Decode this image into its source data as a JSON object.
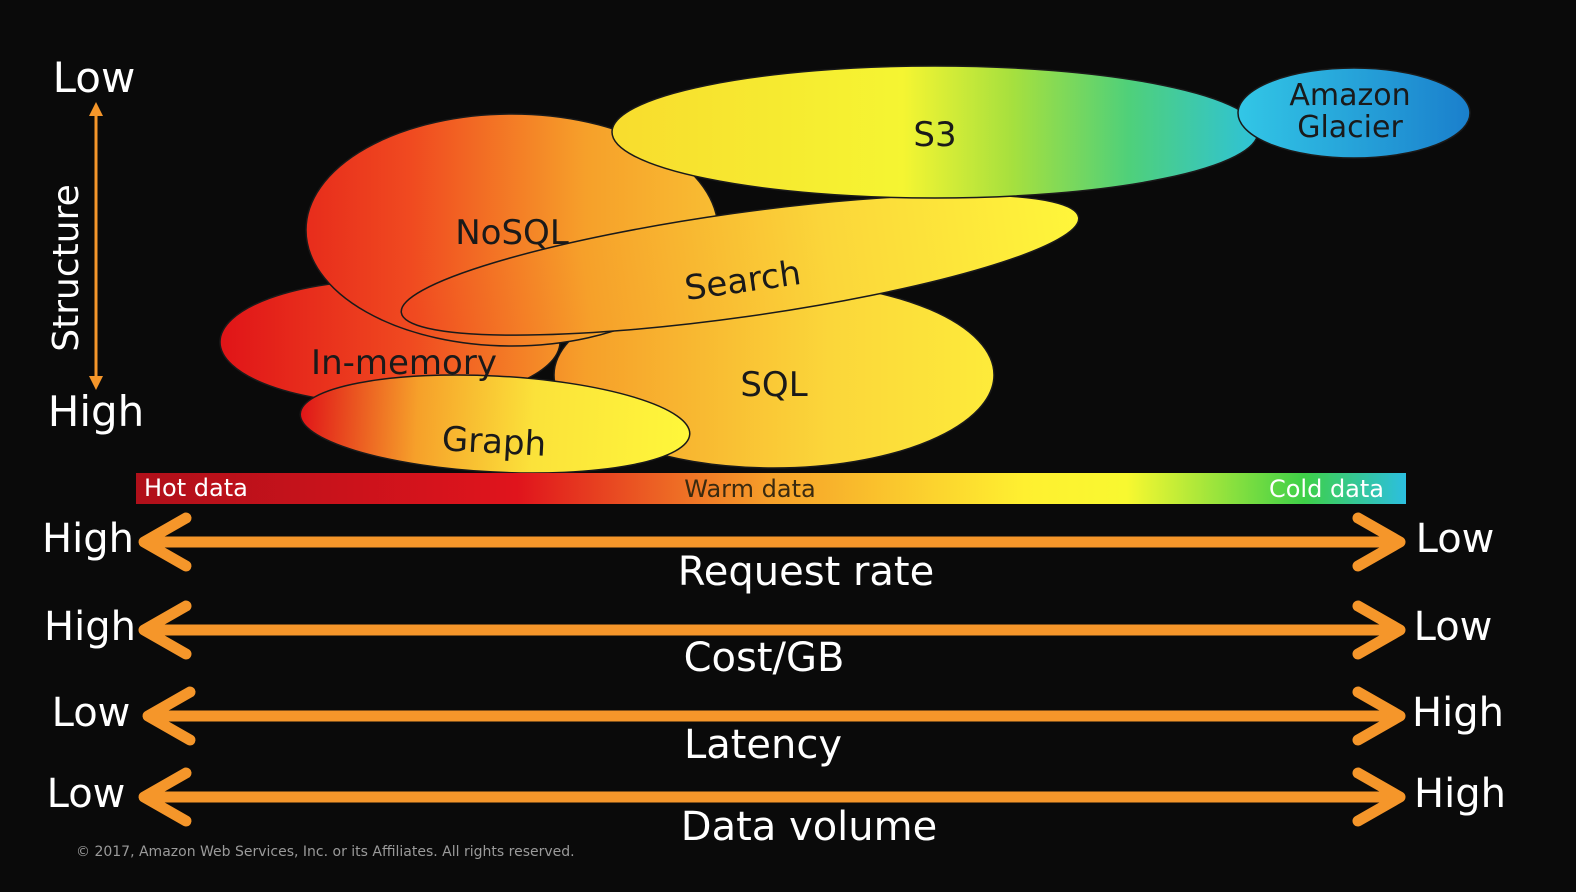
{
  "structure_axis": {
    "label": "Structure",
    "top_label": "Low",
    "bottom_label": "High"
  },
  "bubbles": {
    "nosql": "NoSQL",
    "s3": "S3",
    "glacier_line1": "Amazon",
    "glacier_line2": "Glacier",
    "search": "Search",
    "in_memory": "In-memory",
    "sql": "SQL",
    "graph": "Graph"
  },
  "temperature_bar": {
    "hot": "Hot data",
    "warm": "Warm data",
    "cold": "Cold data"
  },
  "scales": [
    {
      "name": "Request rate",
      "left": "High",
      "right": "Low"
    },
    {
      "name": "Cost/GB",
      "left": "High",
      "right": "Low"
    },
    {
      "name": "Latency",
      "left": "Low",
      "right": "High"
    },
    {
      "name": "Data volume",
      "left": "Low",
      "right": "High"
    }
  ],
  "copyright": "© 2017, Amazon Web Services, Inc. or its Affiliates. All rights reserved.",
  "colors": {
    "background": "#0a0a0a",
    "arrow": "#f5962a",
    "hot": "#d0151c",
    "warm": "#ffee30",
    "cold": "#2cbfe0",
    "text_light": "#ffffff",
    "text_dark": "#1a1a1a"
  }
}
